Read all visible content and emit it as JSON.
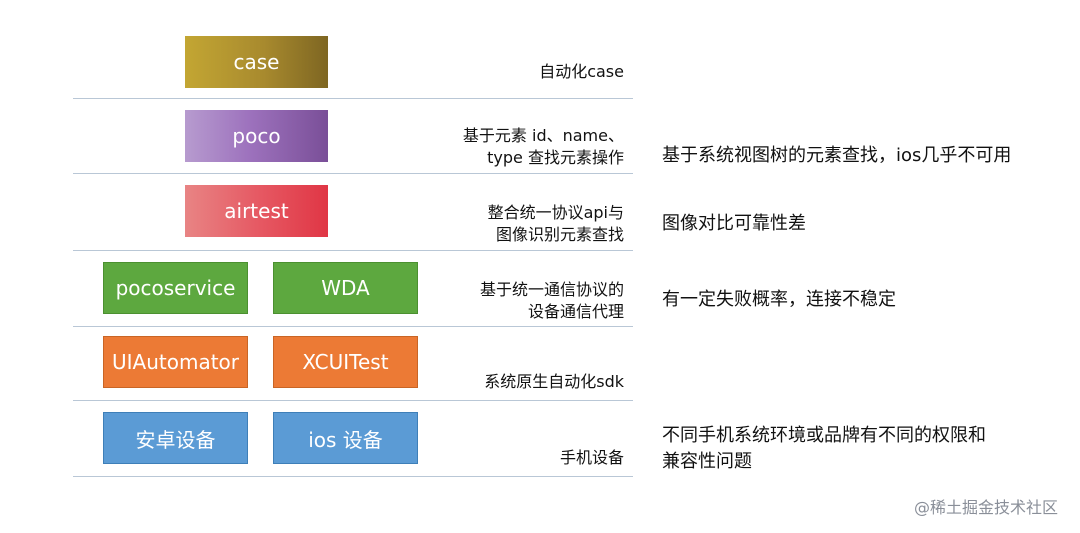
{
  "layers": [
    {
      "boxes": [
        "case"
      ],
      "label": "自动化case",
      "note": ""
    },
    {
      "boxes": [
        "poco"
      ],
      "label": "基于元素 id、name、\ntype 查找元素操作",
      "note": "基于系统视图树的元素查找，ios几乎不可用"
    },
    {
      "boxes": [
        "airtest"
      ],
      "label": "整合统一协议api与\n图像识别元素查找",
      "note": "图像对比可靠性差"
    },
    {
      "boxes": [
        "pocoservice",
        "WDA"
      ],
      "label": "基于统一通信协议的\n设备通信代理",
      "note": "有一定失败概率，连接不稳定"
    },
    {
      "boxes": [
        "UIAutomator",
        "XCUITest"
      ],
      "label": "系统原生自动化sdk",
      "note": ""
    },
    {
      "boxes": [
        "安卓设备",
        "ios 设备"
      ],
      "label": "手机设备",
      "note": "不同手机系统环境或品牌有不同的权限和\n兼容性问题"
    }
  ],
  "watermark": "@稀土掘金技术社区",
  "colors": {
    "case": "#a88a2e",
    "poco": "#9d72bd",
    "airtest": "#e65a64",
    "green": "#5da83f",
    "orange": "#ec7a35",
    "blue": "#5b9bd5",
    "divider": "#b9c7d6"
  }
}
